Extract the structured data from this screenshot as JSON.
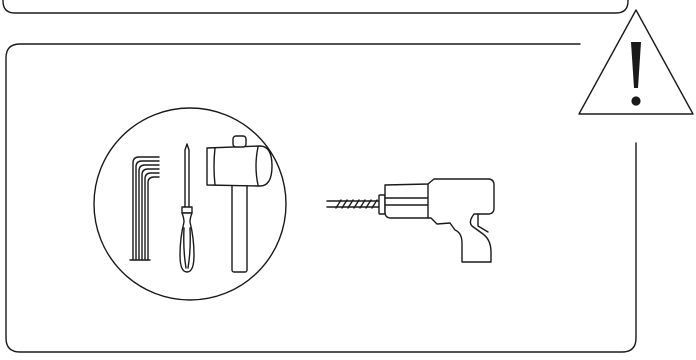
{
  "illustration": {
    "stroke_color": "#1a1a1a",
    "background_color": "#ffffff",
    "tools_in_circle": [
      "hex-keys",
      "screwdriver",
      "mallet"
    ],
    "separate_tool": "power-drill",
    "warning_symbol": "exclamation-triangle"
  }
}
